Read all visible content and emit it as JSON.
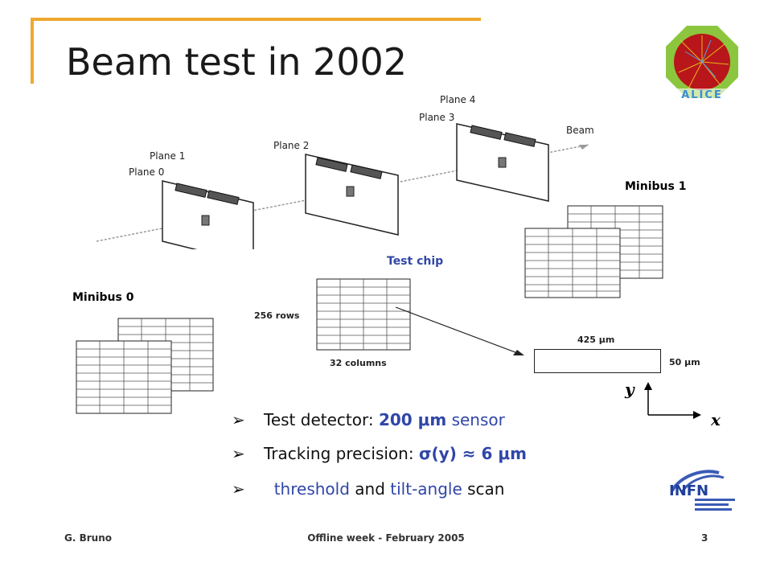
{
  "slide": {
    "title": "Beam test in 2002",
    "logo_text": "ALICE",
    "infn_logo_text": "INFN"
  },
  "setup": {
    "plane_labels": [
      "Plane 0",
      "Plane 1",
      "Plane 2",
      "Plane 3",
      "Plane 4"
    ],
    "beam_label": "Beam"
  },
  "labels": {
    "minibus1": "Minibus 1",
    "minibus0": "Minibus 0",
    "test_chip": "Test chip",
    "rows": "256 rows",
    "columns": "32 columns",
    "pixel_width": "425 μm",
    "pixel_height": "50 μm",
    "axis_y": "y",
    "axis_x": "x"
  },
  "bullets": [
    {
      "prefix": "Test detector: ",
      "value": "200 μm",
      "suffix": " sensor"
    },
    {
      "prefix": "Tracking precision: ",
      "value": "σ(y) ≈ 6 μm"
    },
    {
      "a": "threshold",
      "mid": " and ",
      "b": "tilt-angle",
      "end": " scan"
    }
  ],
  "footer": {
    "author": "G. Bruno",
    "event": "Offline week - February 2005",
    "page": "3"
  },
  "colors": {
    "accent": "#f0a830",
    "highlight": "#3046a8"
  }
}
